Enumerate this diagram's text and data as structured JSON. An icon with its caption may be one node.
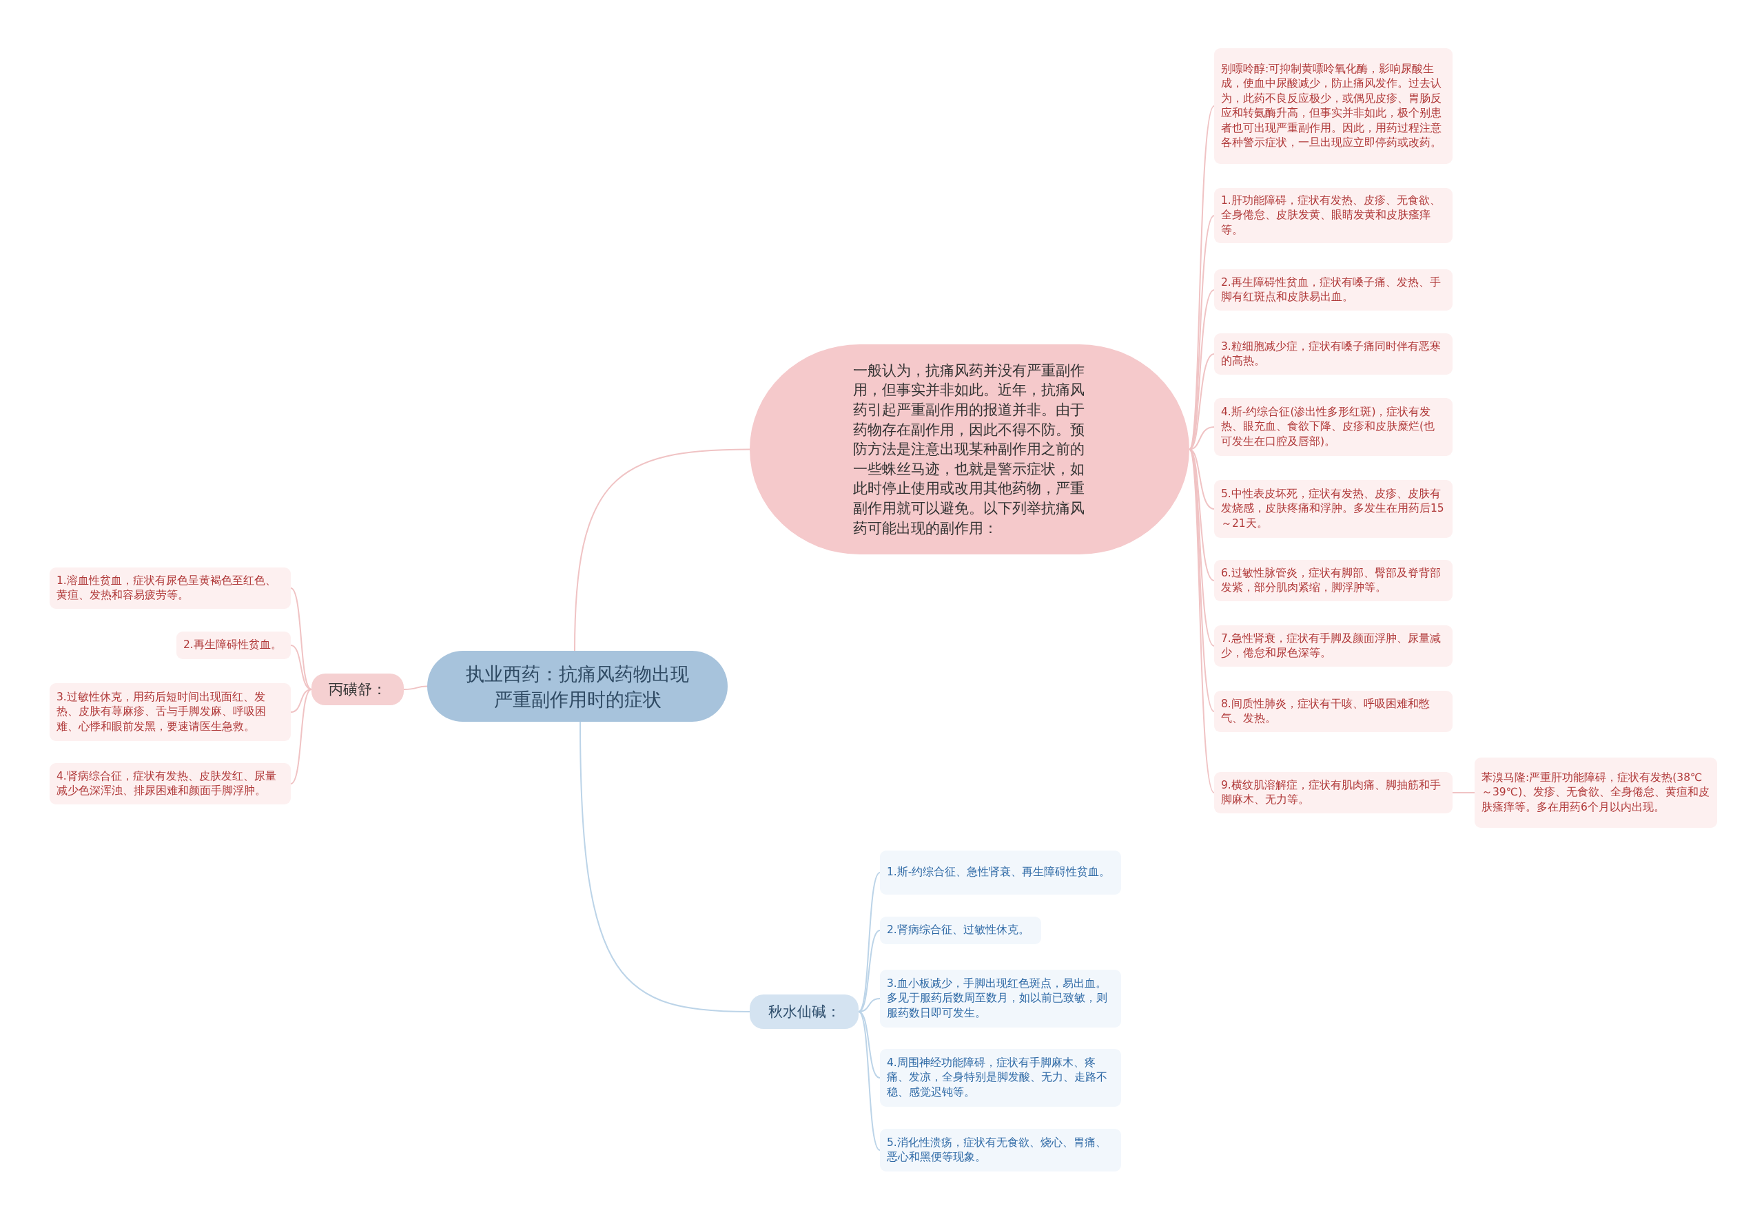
{
  "diagram": {
    "nodes": [
      {
        "text": [
          "执业西药：抗痛风药物出现严重副作用时的症状"
        ]
      },
      {
        "text": [
          "一般认为，抗痛风药并没有严重副作用，但事实并非如此。近年，抗痛风药引起严重副作用的报道并非。由于药物存在副作用，因此不得不防。预防方法是注意出现某种副作用之前的一些蛛丝马迹，也就是警示症状，如此时停止使用或改用其他药物，严重副作用就可以避免。以下列举抗痛风药可能出现的副作用："
        ]
      },
      {
        "text": [
          "别嘌呤醇:可抑制黄嘌呤氧化酶，影响尿酸生成，使血中尿酸减少，防止痛风发作。过去认为，此药不良反应极少，或偶见皮疹、胃肠反应和转氨酶升高，但事实并非如此，极个别患者也可出现严重副作用。因此，用药过程注意各种警示症状，一旦出现应立即停药或改药。"
        ]
      },
      {
        "text": [
          "1.肝功能障碍，症状有发热、皮疹、无食欲、全身倦怠、皮肤发黄、眼睛发黄和皮肤瘙痒等。"
        ]
      },
      {
        "text": [
          "2.再生障碍性贫血，症状有嗓子痛、发热、手脚有红斑点和皮肤易出血。"
        ]
      },
      {
        "text": [
          "3.粒细胞减少症，症状有嗓子痛同时伴有恶寒的高热。"
        ]
      },
      {
        "text": [
          "4.斯-约综合征(渗出性多形红斑)，症状有发热、眼充血、食欲下降、皮疹和皮肤糜烂(也可发生在口腔及唇部)。"
        ]
      },
      {
        "text": [
          "5.中性表皮坏死，症状有发热、皮疹、皮肤有发烧感，皮肤疼痛和浮肿。多发生在用药后15～21天。"
        ]
      },
      {
        "text": [
          "6.过敏性脉管炎，症状有脚部、臀部及脊背部发紫，部分肌肉紧缩，脚浮肿等。"
        ]
      },
      {
        "text": [
          "7.急性肾衰，症状有手脚及颜面浮肿、尿量减少，倦怠和尿色深等。"
        ]
      },
      {
        "text": [
          "8.间质性肺炎，症状有干咳、呼吸困难和憋气、发热。"
        ]
      },
      {
        "text": [
          "9.横纹肌溶解症，症状有肌肉痛、脚抽筋和手脚麻木、无力等。"
        ]
      },
      {
        "text": [
          "苯溴马隆:严重肝功能障碍，症状有发热(38℃～39℃)、发疹、无食欲、全身倦怠、黄疸和皮肤瘙痒等。多在用药6个月以内出现。"
        ]
      },
      {
        "text": [
          "丙磺舒："
        ]
      },
      {
        "text": [
          "1.溶血性贫血，症状有尿色呈黄褐色至红色、黄疸、发热和容易疲劳等。"
        ]
      },
      {
        "text": [
          "2.再生障碍性贫血。"
        ]
      },
      {
        "text": [
          "3.过敏性休克，用药后短时间出现面红、发热、皮肤有荨麻疹、舌与手脚发麻、呼吸困难、心悸和眼前发黑，要速请医生急救。"
        ]
      },
      {
        "text": [
          "4.肾病综合征，症状有发热、皮肤发红、尿量减少色深浑浊、排尿困难和颜面手脚浮肿。"
        ]
      },
      {
        "text": [
          "秋水仙碱："
        ]
      },
      {
        "text": [
          "1.斯-约综合征、急性肾衰、再生障碍性贫血。"
        ]
      },
      {
        "text": [
          "2.肾病综合征、过敏性休克。"
        ]
      },
      {
        "text": [
          "3.血小板减少，手脚出现红色斑点，易出血。多见于服药后数周至数月，如以前已致敏，则服药数日即可发生。"
        ]
      },
      {
        "text": [
          "4.周围神经功能障碍，症状有手脚麻木、疼痛、发凉，全身特别是脚发酸、无力、走路不稳、感觉迟钝等。"
        ]
      },
      {
        "text": [
          "5.消化性溃疡，症状有无食欲、烧心、胃痛、恶心和黑便等现象。"
        ]
      }
    ],
    "edges": [
      {
        "from": 0,
        "to": 1,
        "arrow": "none"
      },
      {
        "from": 1,
        "to": 2,
        "arrow": "none"
      },
      {
        "from": 1,
        "to": 3,
        "arrow": "none"
      },
      {
        "from": 1,
        "to": 4,
        "arrow": "none"
      },
      {
        "from": 1,
        "to": 5,
        "arrow": "none"
      },
      {
        "from": 1,
        "to": 6,
        "arrow": "none"
      },
      {
        "from": 1,
        "to": 7,
        "arrow": "none"
      },
      {
        "from": 1,
        "to": 8,
        "arrow": "none"
      },
      {
        "from": 1,
        "to": 9,
        "arrow": "none"
      },
      {
        "from": 1,
        "to": 10,
        "arrow": "none"
      },
      {
        "from": 1,
        "to": 11,
        "arrow": "none"
      },
      {
        "from": 11,
        "to": 12,
        "arrow": "none"
      },
      {
        "from": 0,
        "to": 13,
        "arrow": "none"
      },
      {
        "from": 13,
        "to": 14,
        "arrow": "none"
      },
      {
        "from": 13,
        "to": 15,
        "arrow": "none"
      },
      {
        "from": 13,
        "to": 16,
        "arrow": "none"
      },
      {
        "from": 13,
        "to": 17,
        "arrow": "none"
      },
      {
        "from": 0,
        "to": 18,
        "arrow": "none",
        "color": "#bcd4e8"
      },
      {
        "from": 18,
        "to": 19,
        "arrow": "none",
        "color": "#bcd4e8"
      },
      {
        "from": 18,
        "to": 20,
        "arrow": "none",
        "color": "#bcd4e8"
      },
      {
        "from": 18,
        "to": 21,
        "arrow": "none",
        "color": "#bcd4e8"
      },
      {
        "from": 18,
        "to": 22,
        "arrow": "none",
        "color": "#bcd4e8"
      },
      {
        "from": 18,
        "to": 23,
        "arrow": "none",
        "color": "#bcd4e8"
      }
    ]
  }
}
